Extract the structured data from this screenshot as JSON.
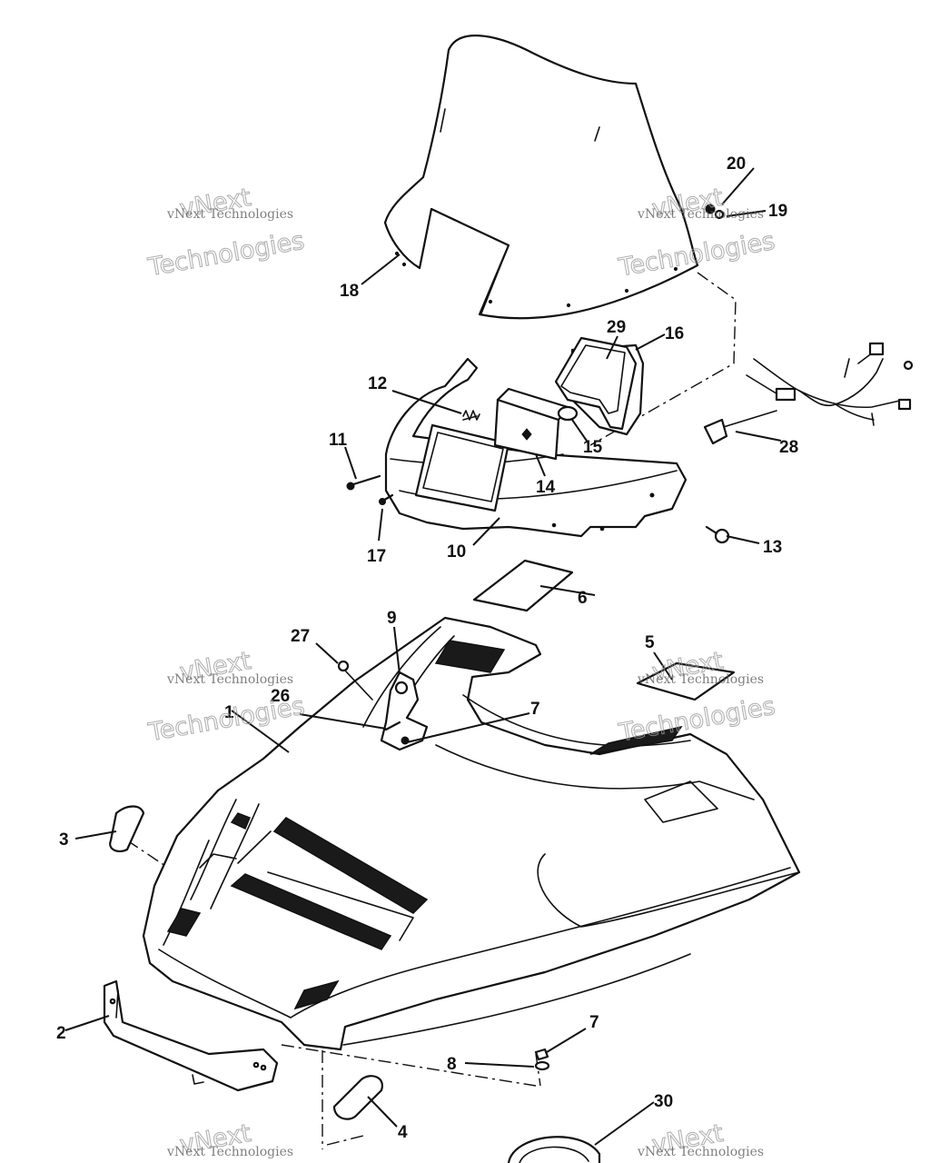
{
  "callouts": {
    "p1": "1",
    "p2": "2",
    "p3": "3",
    "p4": "4",
    "p5": "5",
    "p6": "6",
    "p7a": "7",
    "p7b": "7",
    "p8": "8",
    "p9": "9",
    "p10": "10",
    "p11": "11",
    "p12": "12",
    "p13": "13",
    "p14": "14",
    "p15": "15",
    "p16": "16",
    "p17": "17",
    "p18": "18",
    "p19": "19",
    "p20": "20",
    "p26": "26",
    "p27": "27",
    "p28": "28",
    "p29": "29",
    "p30": "30"
  },
  "watermark": {
    "line1": "vNext Technologies",
    "word1": "vNext",
    "word2": "Technologies"
  },
  "colors": {
    "ink": "#111111",
    "paper": "#ffffff",
    "watermark": "#9a9a9a"
  }
}
